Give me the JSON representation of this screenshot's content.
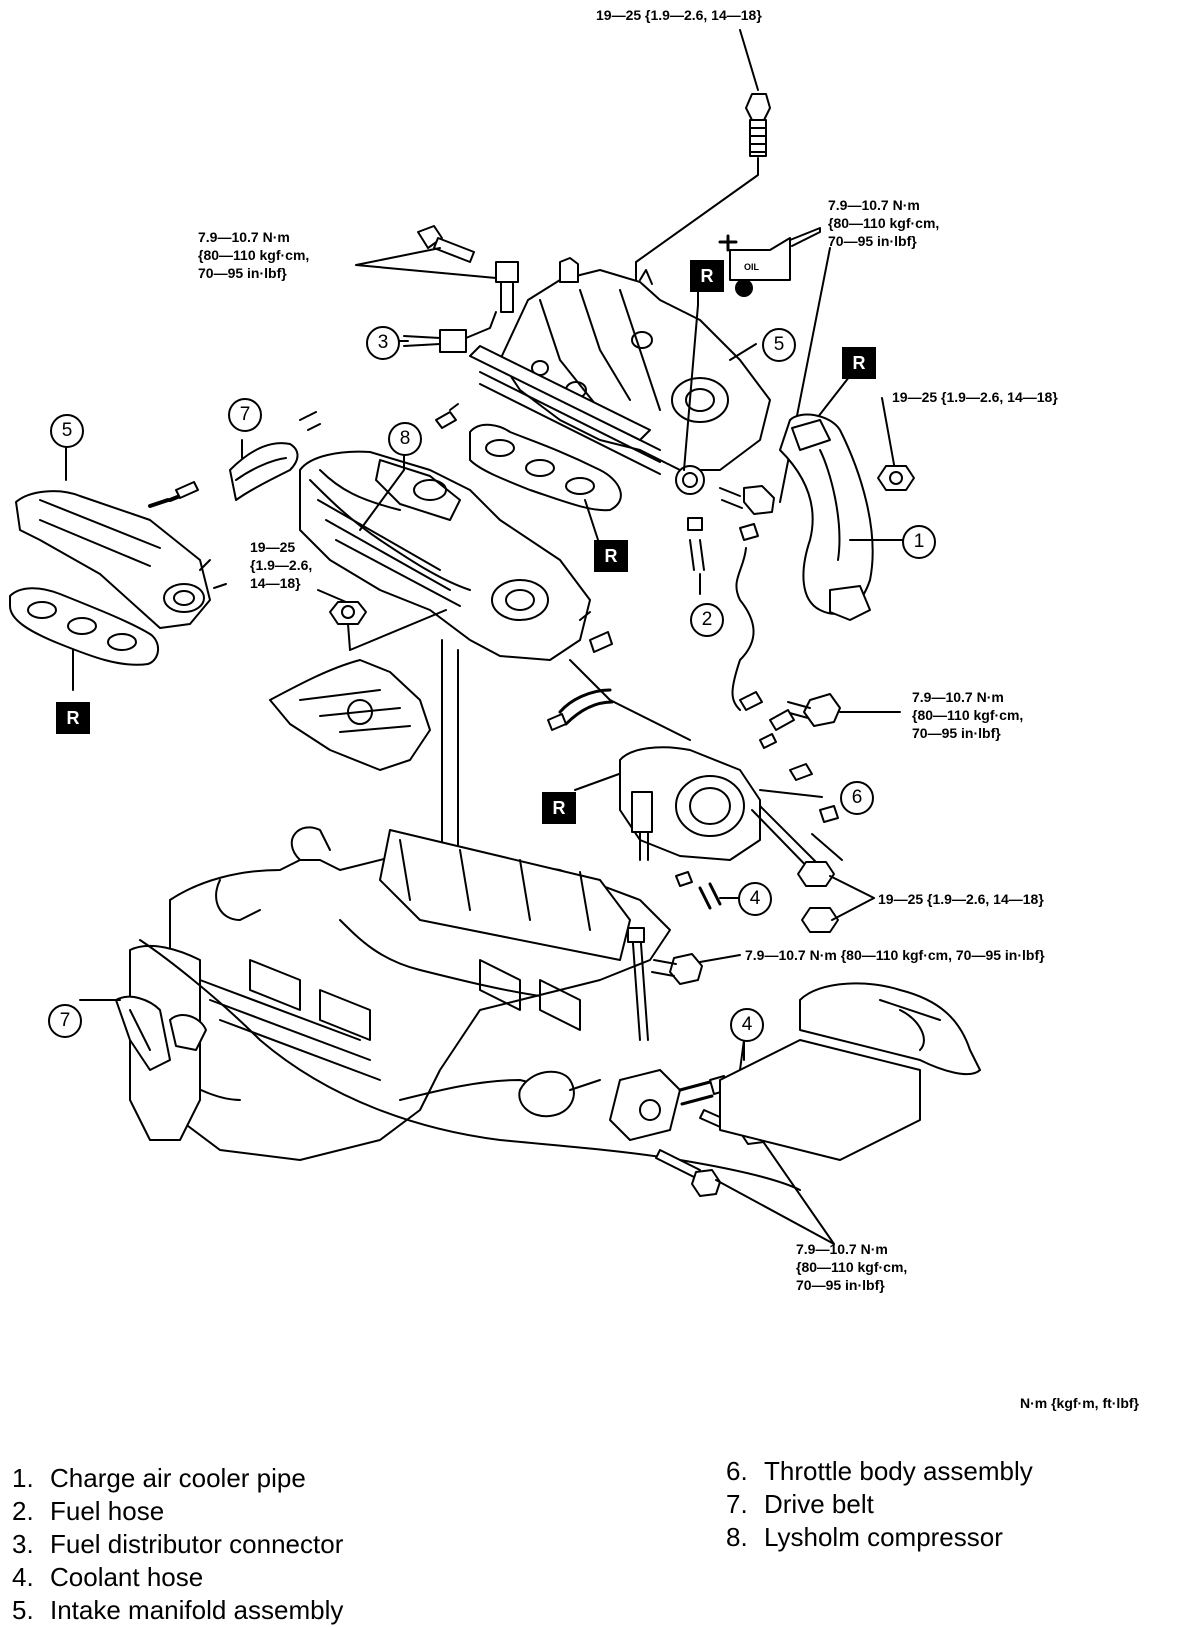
{
  "torque_specs": {
    "top_bolt": "19—25 {1.9—2.6, 14—18}",
    "left_bolts": [
      "7.9—10.7 N·m",
      "{80—110 kgf·cm,",
      "70—95 in·lbf}"
    ],
    "right_upper": [
      "7.9—10.7 N·m",
      "{80—110 kgf·cm,",
      "70—95 in·lbf}"
    ],
    "right_nut": "19—25 {1.9—2.6, 14—18}",
    "compressor_nut": [
      "19—25",
      "{1.9—2.6,",
      "14—18}"
    ],
    "right_middle": [
      "7.9—10.7 N·m",
      "{80—110 kgf·cm,",
      "70—95 in·lbf}"
    ],
    "throttle_bolts": "19—25 {1.9—2.6, 14—18}",
    "center_bolt": "7.9—10.7 N·m {80—110 kgf·cm, 70—95 in·lbf}",
    "bottom_bolts": [
      "7.9—10.7 N·m",
      "{80—110 kgf·cm,",
      "70—95 in·lbf}"
    ]
  },
  "replace_badge": "R",
  "oil_label": "OIL",
  "callouts": [
    "1",
    "2",
    "3",
    "4",
    "5",
    "6",
    "7",
    "8"
  ],
  "units_note": "N·m {kgf·m, ft·lbf}",
  "legend_left": [
    {
      "num": "1.",
      "label": "Charge air cooler pipe"
    },
    {
      "num": "2.",
      "label": "Fuel hose"
    },
    {
      "num": "3.",
      "label": "Fuel distributor connector"
    },
    {
      "num": "4.",
      "label": "Coolant hose"
    },
    {
      "num": "5.",
      "label": "Intake manifold assembly"
    }
  ],
  "legend_right": [
    {
      "num": "6.",
      "label": "Throttle body assembly"
    },
    {
      "num": "7.",
      "label": "Drive belt"
    },
    {
      "num": "8.",
      "label": "Lysholm compressor"
    }
  ]
}
